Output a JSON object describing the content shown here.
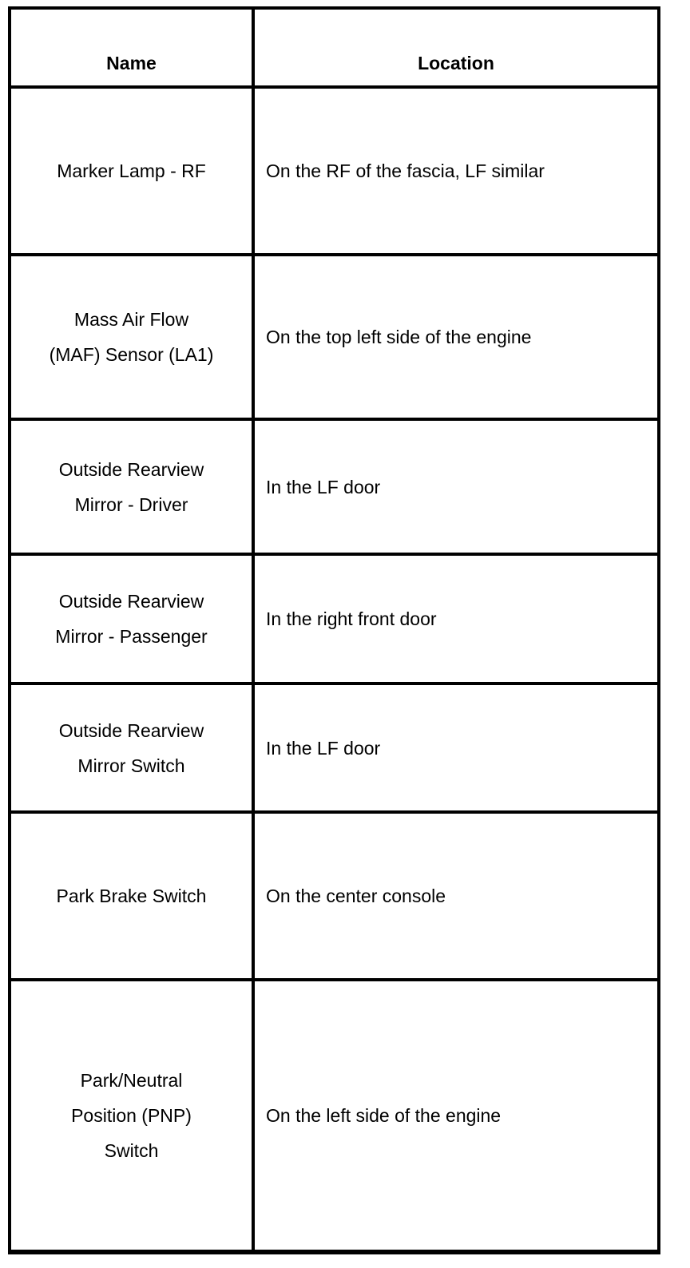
{
  "table": {
    "header": {
      "name": "Name",
      "location": "Location"
    },
    "rows": [
      {
        "name_lines": [
          "Marker Lamp - RF"
        ],
        "location": "On the RF of the fascia, LF similar"
      },
      {
        "name_lines": [
          "Mass Air Flow",
          "(MAF) Sensor (LA1)"
        ],
        "location": "On the top left side of the engine"
      },
      {
        "name_lines": [
          "Outside Rearview",
          "Mirror - Driver"
        ],
        "location": "In the LF door"
      },
      {
        "name_lines": [
          "Outside Rearview",
          "Mirror - Passenger"
        ],
        "location": "In the right front door"
      },
      {
        "name_lines": [
          "Outside Rearview",
          "Mirror Switch"
        ],
        "location": "In the LF door"
      },
      {
        "name_lines": [
          "Park Brake Switch"
        ],
        "location": "On the center console"
      },
      {
        "name_lines": [
          "Park/Neutral",
          "Position (PNP)",
          "Switch"
        ],
        "location": "On the left side of the engine"
      }
    ],
    "colors": {
      "border": "#000000",
      "background": "#ffffff",
      "text": "#000000"
    }
  }
}
